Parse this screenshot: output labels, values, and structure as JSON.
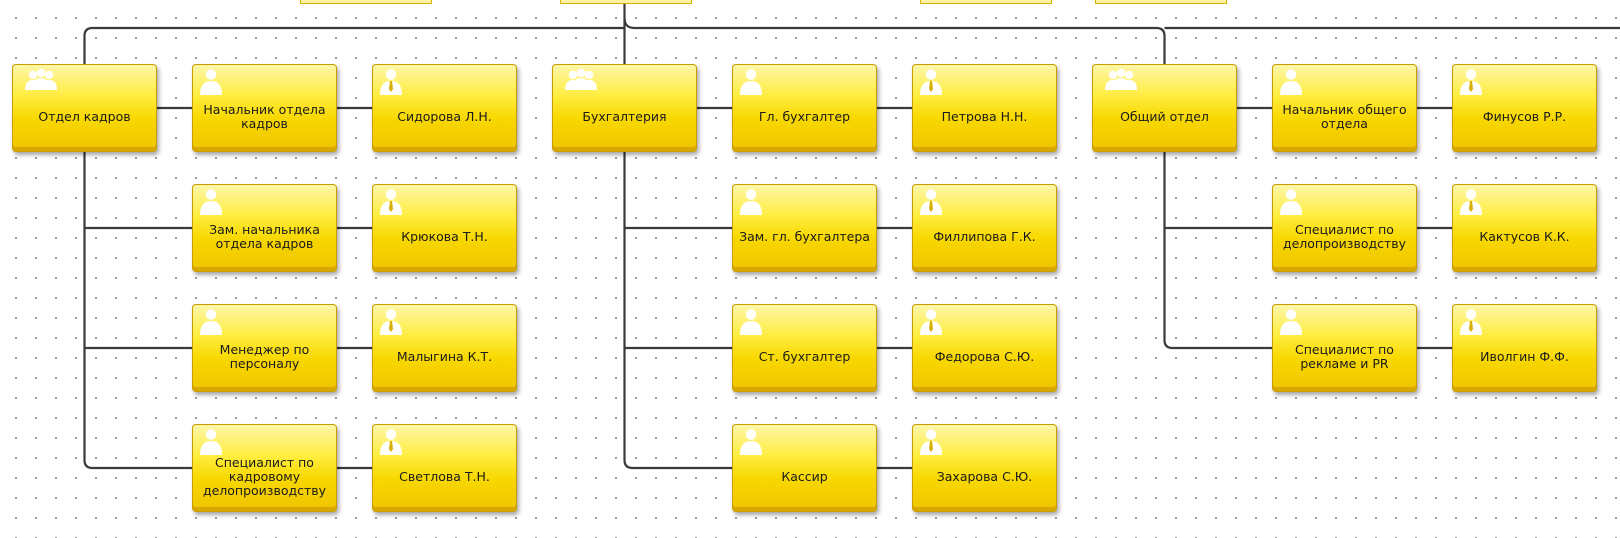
{
  "diagram": {
    "departments": [
      {
        "name": "Отдел кадров",
        "positions": [
          {
            "title": "Начальник отдела кадров",
            "person": "Сидорова Л.Н."
          },
          {
            "title": "Зам. начальника отдела кадров",
            "person": "Крюкова Т.Н."
          },
          {
            "title": "Менеджер по персоналу",
            "person": "Малыгина К.Т."
          },
          {
            "title": "Специалист по кадровому делопроизводству",
            "person": "Светлова Т.Н."
          }
        ]
      },
      {
        "name": "Бухгалтерия",
        "positions": [
          {
            "title": "Гл. бухгалтер",
            "person": "Петрова Н.Н."
          },
          {
            "title": "Зам. гл. бухгалтера",
            "person": "Филлипова Г.К."
          },
          {
            "title": "Ст. бухгалтер",
            "person": "Федорова С.Ю."
          },
          {
            "title": "Кассир",
            "person": "Захарова С.Ю."
          }
        ]
      },
      {
        "name": "Общий отдел",
        "positions": [
          {
            "title": "Начальник общего отдела",
            "person": "Финусов Р.Р."
          },
          {
            "title": "Специалист по делопроизводству",
            "person": "Кактусов К.К."
          },
          {
            "title": "Специалист по рекламе и PR",
            "person": "Иволгин Ф.Ф."
          }
        ]
      }
    ],
    "icons": {
      "department": "group-icon",
      "position": "person-icon",
      "person": "person-tie-icon"
    },
    "colors": {
      "node": "#f8d800",
      "border": "#c79d00",
      "connector": "#3a3a3a"
    }
  }
}
